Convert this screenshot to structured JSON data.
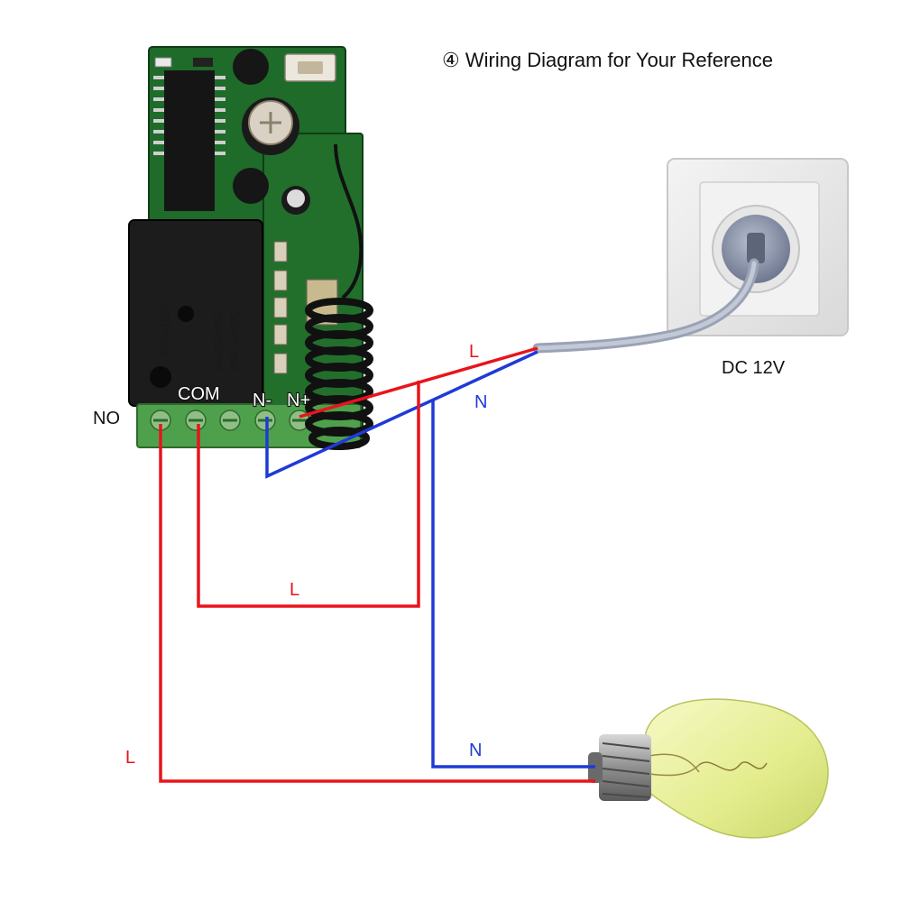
{
  "title": "④ Wiring Diagram for Your Reference",
  "terminals": {
    "no": "NO",
    "com": "COM",
    "n_minus": "N-",
    "n_plus": "N+"
  },
  "relay_markings": [
    "ST/8-112A",
    "5A 250VAC",
    "20A 14VDC"
  ],
  "power_source": {
    "label": "DC 12V"
  },
  "wire_labels": {
    "supply_live": "L",
    "supply_neutral": "N",
    "com_live": "L",
    "lamp_neutral": "N",
    "lamp_live": "L"
  },
  "colors": {
    "live": "#e8141c",
    "neutral": "#1f3ad6",
    "board": "#1e6b2a",
    "terminal_block": "#4fa04c"
  },
  "icons": [
    "remote-relay-board-icon",
    "wall-socket-icon",
    "light-bulb-icon",
    "antenna-coil-icon"
  ]
}
